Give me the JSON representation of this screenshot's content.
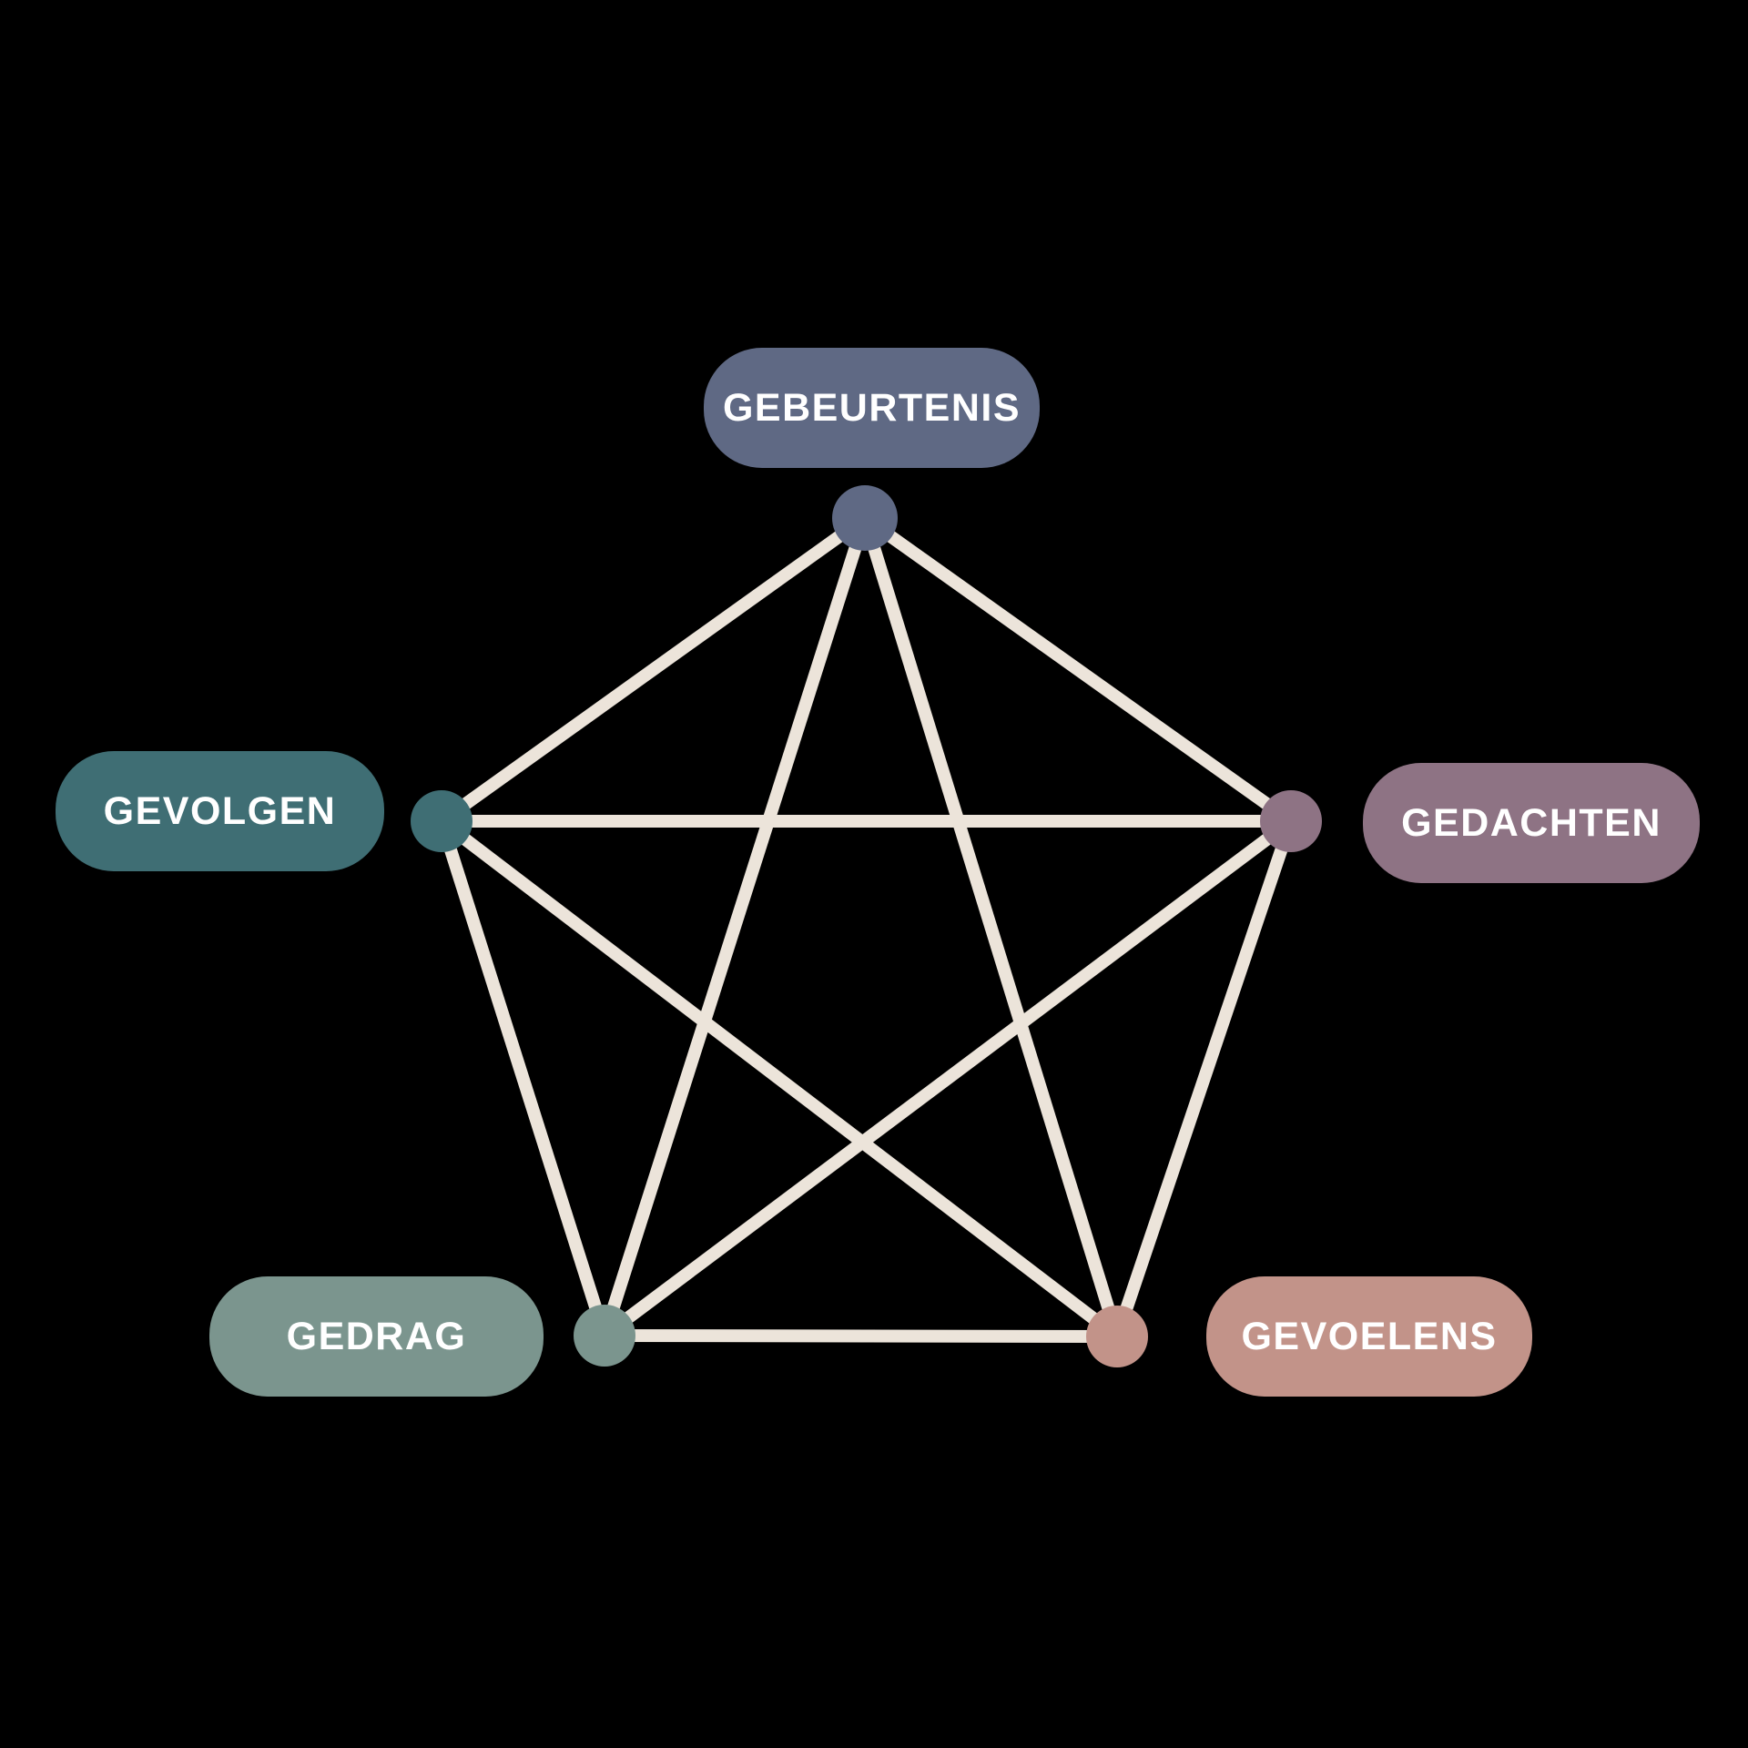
{
  "diagram": {
    "background_color": "#000000",
    "edge_color": "#ece4da",
    "label_text_color": "#ffffff",
    "nodes": [
      {
        "id": "gebeurtenis",
        "label": "GEBEURTENIS",
        "color": "#5f6984",
        "position": "top"
      },
      {
        "id": "gedachten",
        "label": "GEDACHTEN",
        "color": "#8e7384",
        "position": "right"
      },
      {
        "id": "gevoelens",
        "label": "GEVOELENS",
        "color": "#c29389",
        "position": "bottom-right"
      },
      {
        "id": "gedrag",
        "label": "GEDRAG",
        "color": "#7b958e",
        "position": "bottom-left"
      },
      {
        "id": "gevolgen",
        "label": "GEVOLGEN",
        "color": "#3f6e74",
        "position": "left"
      }
    ],
    "edges": [
      [
        "gebeurtenis",
        "gedachten"
      ],
      [
        "gebeurtenis",
        "gevoelens"
      ],
      [
        "gebeurtenis",
        "gedrag"
      ],
      [
        "gebeurtenis",
        "gevolgen"
      ],
      [
        "gedachten",
        "gevoelens"
      ],
      [
        "gedachten",
        "gedrag"
      ],
      [
        "gedachten",
        "gevolgen"
      ],
      [
        "gevoelens",
        "gedrag"
      ],
      [
        "gevoelens",
        "gevolgen"
      ],
      [
        "gedrag",
        "gevolgen"
      ]
    ]
  }
}
